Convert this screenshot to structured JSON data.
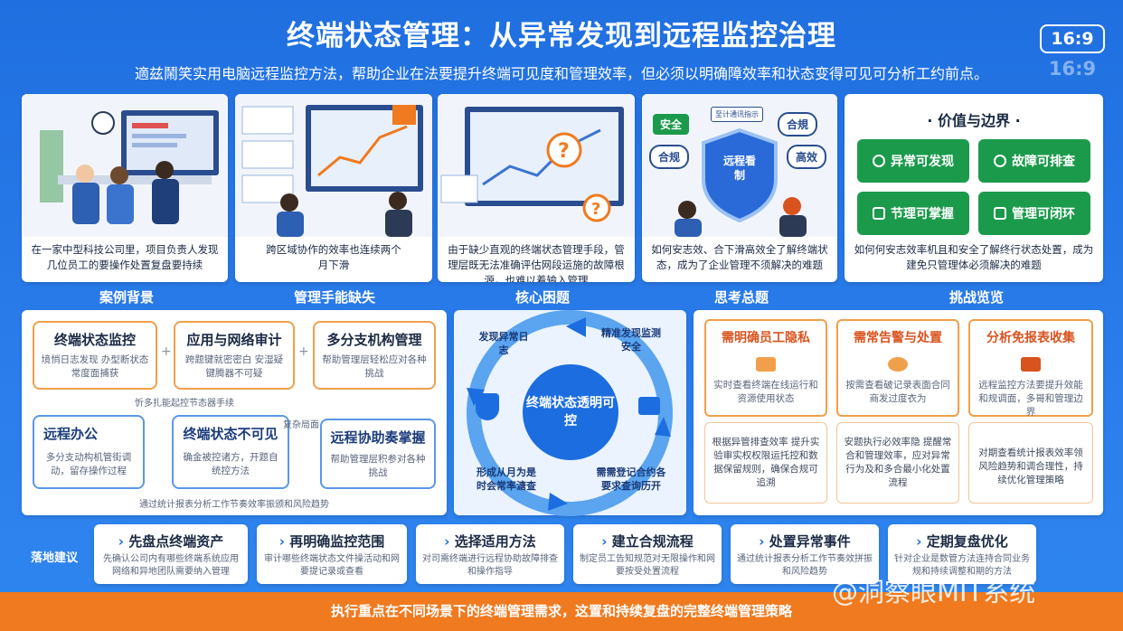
{
  "header": {
    "title": "终端状态管理：从异常发现到远程监控治理",
    "subtitle": "適兹鬧笑实用电脑远程监控方法，帮助企业在法要提升终端可见度和管理效率，但必须以明确障效率和状态变得可见可分析工约前点。",
    "ratio": "16:9",
    "ratio_ghost": "16:9"
  },
  "top_panels": [
    {
      "caption": "在一家中型科技公司里，项目负责人发现几位员工的要操作处置复盘要持续"
    },
    {
      "caption": "跨区域协作的效率也连续两个月下滑"
    },
    {
      "caption": "由于缺少直观的终端状态管理手段，管理层既无法准确评估网段运施的故障根源，也难以着输入管理"
    },
    {
      "caption": "如何安志效、合下滑高效全了解终端状态，成为了企业管理不须解决的难题",
      "labels": [
        "安全",
        "至计通讯指示",
        "合規",
        "高效",
        "合规"
      ],
      "shield": "远程看制"
    }
  ],
  "value_panel": {
    "title": "· 价值与边界 ·",
    "buttons": [
      "异常可发现",
      "故障可排查",
      "节理可掌握",
      "管理可闭环"
    ],
    "caption": "如何何安志效率机且和安全了解终行状态处置，成为建免只管理体必须解决的难题"
  },
  "section_labels": [
    "案例背景",
    "管理手能缺失",
    "核心困题",
    "思考总题",
    "挑战览览"
  ],
  "middle_left": {
    "boxes": [
      {
        "title": "终端状态监控",
        "desc": "境悄日志发现 办型断状态常度面捕获"
      },
      {
        "title": "应用与网络审计",
        "desc": "跨题键就密密白 安湿疑键腾器不可疑"
      },
      {
        "title": "多分支机构管理",
        "desc": "帮助管理层轻松应对各种挑战"
      },
      {
        "title": "远程办公",
        "desc": "多分支动构机管街调动，留存操作过程"
      },
      {
        "title": "终端状态不可见",
        "desc": "确金被控诸方，开题自统控方法"
      },
      {
        "title": "远程协助奏掌握",
        "desc": "帮助管理层积参对各种挑战"
      }
    ],
    "note_top": "忻多扎能起控节态器手续",
    "note_mid": "复杂局面",
    "note_bottom": "通过统计报表分析工作节奏效率振颁和风险趋势"
  },
  "cycle": {
    "center": "终端状态透明可控",
    "labels": [
      "发现异常日志",
      "精准发现监测安全",
      "形成从月为是时会常率溏查",
      "需需登记合约各要求查询历开"
    ]
  },
  "middle_right": {
    "boxes": [
      {
        "title": "需明确员工隐私",
        "desc": "实时查看终端在线运行和资源使用状态"
      },
      {
        "title": "需常告警与处置",
        "desc": "按需查看破记录表面合同商发过度衣为"
      },
      {
        "title": "分析免报表收集",
        "desc": "远程监控方法要提升效能和规调面，多哥和管理边界"
      }
    ],
    "boxes2": [
      {
        "desc": "根据异管排查效率 提升实验审实权权限运托控和数据保留规则，确保合规可追溯"
      },
      {
        "desc": "安题执行必效率隐 提醒常合和管理效率，应对异常行为及和多合最小化处置流程"
      },
      {
        "desc": "对期查看统计报表效率领风险趋势和调合理性，持续优化管理策略"
      }
    ]
  },
  "bottom": {
    "landing": "落地建议",
    "cards": [
      {
        "title": "先盘点终端资产",
        "desc": "先确认公司内有哪些终端系统应用网络和异地团队需要纳入管理"
      },
      {
        "title": "再明确监控范围",
        "desc": "审计哪些终端状态文件操活动和网要提记录或查看"
      },
      {
        "title": "选择适用方法",
        "desc": "对司需终端进行远程协助故障排查和操作指导"
      },
      {
        "title": "建立合规流程",
        "desc": "制定员工告知规范对无限操作和网要按受处置流程"
      },
      {
        "title": "处置异常事件",
        "desc": "通过统计报表分析工作节奏效拼振和风险趋势"
      },
      {
        "title": "定期复盘优化",
        "desc": "针对企业是数管方法连持合同业务规和持续调整和期的方法"
      }
    ],
    "footer": "执行重点在不同场景下的终端管理需求，这置和持续复盘的完整终端管理策略",
    "watermark": "@洞察眼MIT系统"
  },
  "colors": {
    "background": "#2a7cea",
    "accent_orange": "#f07a1f",
    "green": "#1c9a4c",
    "dark_blue": "#1c6de0"
  }
}
